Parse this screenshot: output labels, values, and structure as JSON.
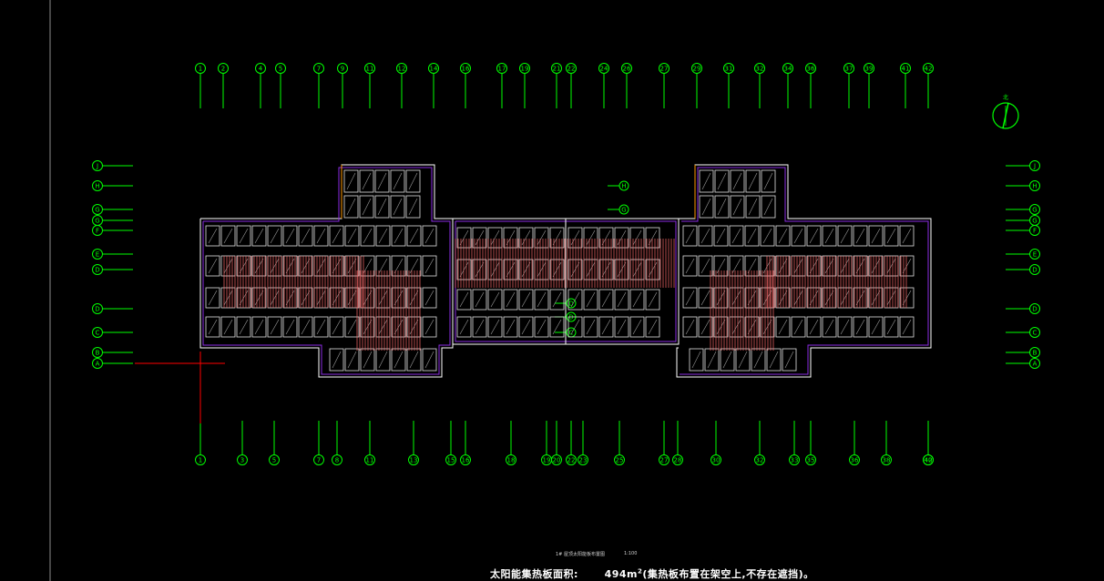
{
  "drawing": {
    "title_block": {
      "plan_title": "1# 屋顶太阳能板布置图",
      "scale": "1:100"
    },
    "footer": {
      "label": "太阳能集热板面积:",
      "area_value": "494m",
      "superscript": "2",
      "remark": "(集热板布置在架空上,不存在遮挡)。"
    },
    "grid_top": [
      "1",
      "2",
      "4",
      "5",
      "7",
      "9",
      "11",
      "12",
      "14",
      "16",
      "17",
      "19",
      "21",
      "22",
      "24",
      "26",
      "27",
      "29",
      "31",
      "32",
      "34",
      "36",
      "37",
      "39",
      "41",
      "42"
    ],
    "grid_bottom": [
      "1",
      "3",
      "5",
      "7",
      "8",
      "11",
      "13",
      "15",
      "16",
      "18",
      "19",
      "20",
      "22",
      "23",
      "25",
      "27",
      "28",
      "30",
      "32",
      "33",
      "35",
      "36",
      "38",
      "40",
      "42"
    ],
    "grid_left": [
      "J",
      "H",
      "G",
      "G",
      "F",
      "E",
      "D",
      "D",
      "C",
      "B",
      "A"
    ],
    "grid_right": [
      "J",
      "H",
      "G",
      "G",
      "F",
      "E",
      "D",
      "D",
      "C",
      "B",
      "A"
    ],
    "grid_center": [
      "H",
      "G",
      "D",
      "D",
      "C"
    ],
    "north_label": "北",
    "colors": {
      "grid": "#00ff00",
      "outline_white": "#ffffff",
      "outline_purple": "#8a2be2",
      "panel": "#e0e0e0",
      "hatch": "#ff6b6b",
      "red_leader": "#ff0000",
      "orange_edge": "#ff9900"
    }
  }
}
